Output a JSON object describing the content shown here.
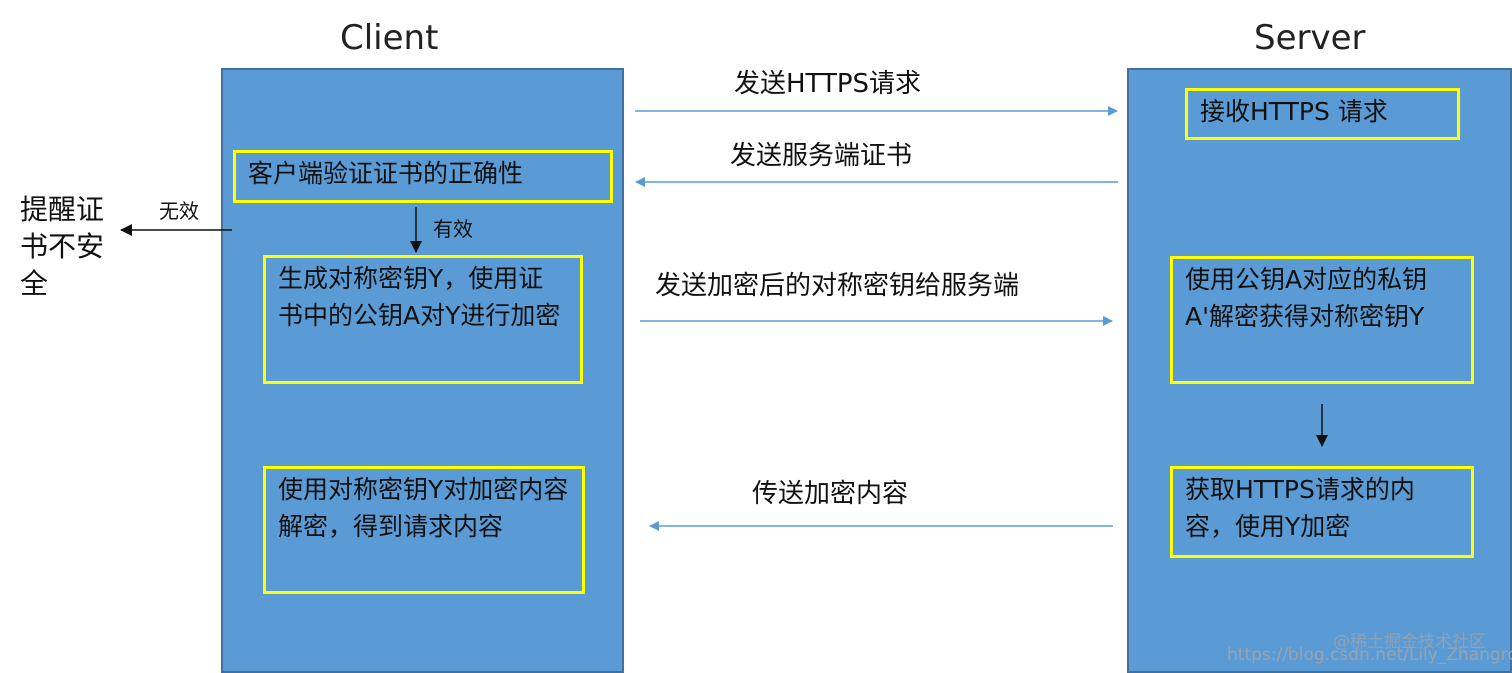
{
  "client": {
    "title": "Client",
    "verify_step": "客户端验证证书的正确性",
    "generate_step": "生成对称密钥Y，使用证书中的公钥A对Y进行加密",
    "decrypt_step": "使用对称密钥Y对加密内容解密，得到请求内容"
  },
  "server": {
    "title": "Server",
    "receive_step": "接收HTTPS 请求",
    "decrypt_key_step": "使用公钥A对应的私钥A'解密获得对称密钥Y",
    "encrypt_step": "获取HTTPS请求的内容，使用Y加密"
  },
  "flows": {
    "send_request": "发送HTTPS请求",
    "send_cert": "发送服务端证书",
    "send_key": "发送加密后的对称密钥给服务端",
    "send_content": "传送加密内容"
  },
  "branches": {
    "invalid": "无效",
    "valid": "有效",
    "invalid_outcome": "提醒证书不安全"
  },
  "watermark": {
    "url": "https://blog.csdn.net/Lily_Zhangrongli",
    "site": "@稀土掘金技术社区"
  },
  "colors": {
    "column_fill": "#5b9bd5",
    "step_border": "#ffff00",
    "flow_arrow": "#5b9bd5"
  }
}
